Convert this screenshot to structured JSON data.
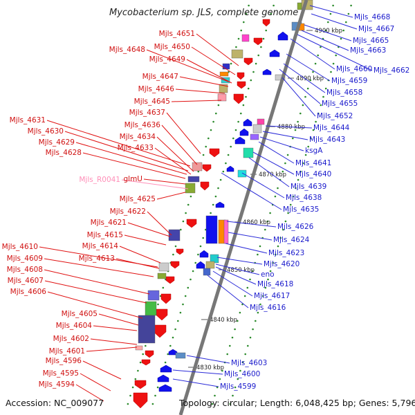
{
  "title": "Mycobacterium sp. JLS, complete genome",
  "footer": {
    "accession": "Accession: NC_009077",
    "info": "Topology: circular; Length: 6,048,425 bp; Genes: 5,796"
  },
  "colors": {
    "left_label": "#d01010",
    "right_label": "#1a1acc",
    "rna_label": "#ff8fb8",
    "forward_gene": "#ee1111",
    "reverse_gene": "#1111ee",
    "backbone": "#777777"
  },
  "kbp_marks": [
    "4900 kbp",
    "4890 kbp",
    "4880 kbp",
    "4870 kbp",
    "4860 kbp",
    "4850 kbp",
    "4840 kbp",
    "4830 kbp"
  ],
  "left_labels": [
    "Mjls_4651",
    "Mjls_4650",
    "Mjls_4648",
    "Mjls_4649",
    "Mjls_4647",
    "Mjls_4646",
    "Mjls_4645",
    "Mjls_4637",
    "Mjls_4631",
    "Mjls_4636",
    "Mjls_4630",
    "Mjls_4634",
    "Mjls_4629",
    "Mjls_4633",
    "Mjls_4628",
    "Mjls_R0041",
    "glmU",
    "Mjls_4625",
    "Mjls_4622",
    "Mjls_4621",
    "Mjls_4615",
    "Mjls_4610",
    "Mjls_4614",
    "Mjls_4609",
    "Mjls_4613",
    "Mjls_4608",
    "Mjls_4607",
    "Mjls_4606",
    "Mjls_4605",
    "Mjls_4604",
    "Mjls_4602",
    "Mjls_4601",
    "Mjls_4596",
    "Mjls_4595",
    "Mjls_4594"
  ],
  "right_labels": [
    "Mjls_4668",
    "Mjls_4667",
    "Mjls_4665",
    "Mjls_4663",
    "Mjls_4660",
    "Mjls_4662",
    "Mjls_4659",
    "Mjls_4658",
    "Mjls_4655",
    "Mjls_4652",
    "Mjls_4644",
    "Mjls_4643",
    "ksgA",
    "Mjls_4641",
    "Mjls_4640",
    "Mjls_4639",
    "Mjls_4638",
    "Mjls_4635",
    "Mjls_4626",
    "Mjls_4624",
    "Mjls_4623",
    "Mjls_4620",
    "eno",
    "Mjls_4618",
    "Mjls_4617",
    "Mjls_4616",
    "Mjls_4603",
    "Mjls_4600",
    "Mjls_4599"
  ]
}
